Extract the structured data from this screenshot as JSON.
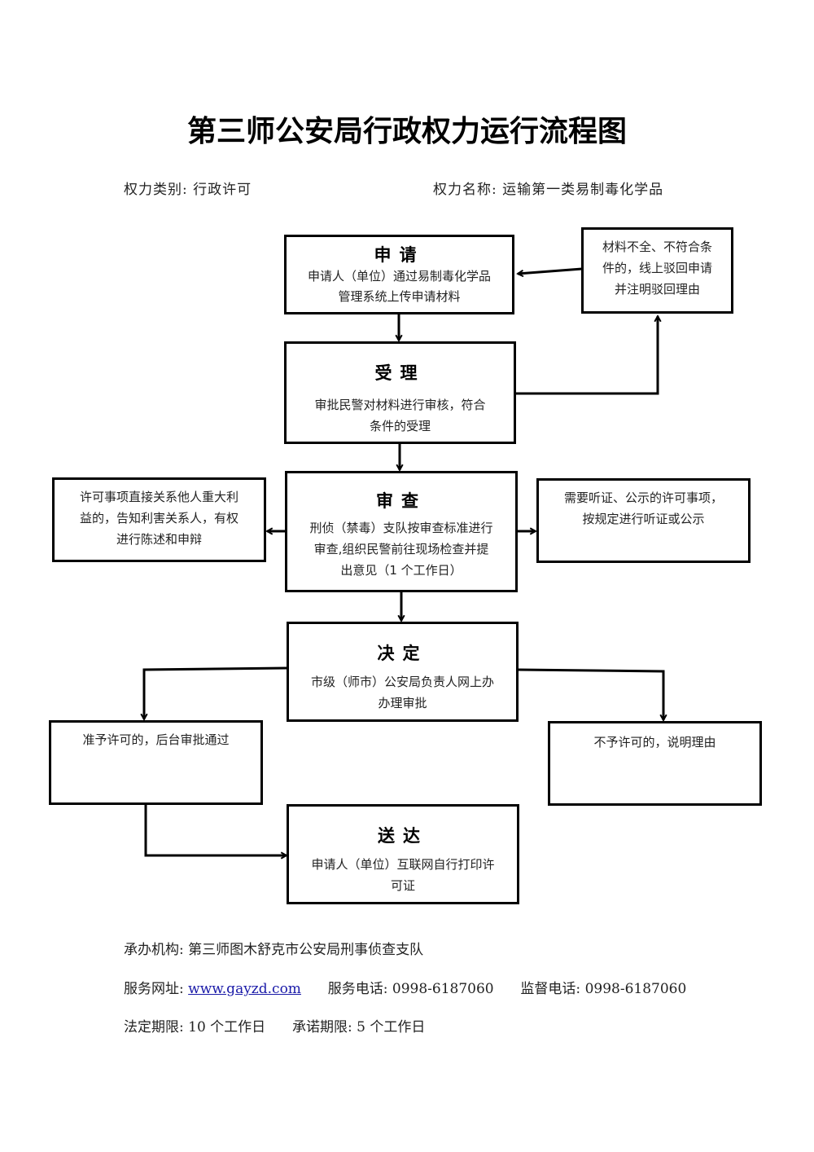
{
  "title": "第三师公安局行政权力运行流程图",
  "meta": {
    "category_label": "权力类别:",
    "category_value": "行政许可",
    "name_label": "权力名称:",
    "name_value": "运输第一类易制毒化学品"
  },
  "flow": {
    "apply": {
      "heading": "申请",
      "body": [
        "申请人（单位）通过易制毒化学品",
        "管理系统上传申请材料"
      ]
    },
    "reject_note": {
      "body": [
        "材料不全、不符合条",
        "件的，线上驳回申请",
        "并注明驳回理由"
      ]
    },
    "accept": {
      "heading": "受理",
      "body": [
        "审批民警对材料进行审核，符合",
        "条件的受理"
      ]
    },
    "review": {
      "heading": "审查",
      "body": [
        "刑侦（禁毒）支队按审查标准进行",
        "审查,组织民警前往现场检查并提",
        "出意见（1 个工作日）"
      ]
    },
    "stakeholder_note": {
      "body": [
        "许可事项直接关系他人重大利",
        "益的，告知利害关系人，有权",
        "进行陈述和申辩"
      ]
    },
    "hearing_note": {
      "body": [
        "需要听证、公示的许可事项，",
        "按规定进行听证或公示"
      ]
    },
    "decide": {
      "heading": "决定",
      "body": [
        "市级（师市）公安局负责人网上办",
        "办理审批"
      ]
    },
    "approve": {
      "body": [
        "准予许可的，后台审批通过"
      ]
    },
    "deny": {
      "body": [
        "不予许可的，说明理由"
      ]
    },
    "deliver": {
      "heading": "送达",
      "body": [
        "申请人（单位）互联网自行打印许",
        "可证"
      ]
    }
  },
  "footer": {
    "org_label": "承办机构:",
    "org_value": "第三师图木舒克市公安局刑事侦查支队",
    "site_label": "服务网址:",
    "site_value": "www.gayzd.com",
    "service_phone_label": "服务电话:",
    "service_phone_value": "0998-6187060",
    "supervise_phone_label": "监督电话:",
    "supervise_phone_value": "0998-6187060",
    "legal_period_label": "法定期限:",
    "legal_period_value": "10 个工作日",
    "promise_period_label": "承诺期限:",
    "promise_period_value": "5 个工作日"
  }
}
